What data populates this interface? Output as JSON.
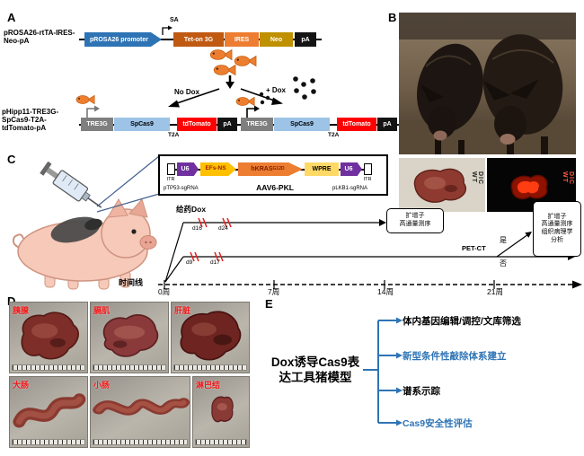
{
  "panel_labels": {
    "a": "A",
    "b": "B",
    "c": "C",
    "d": "D",
    "e": "E"
  },
  "panelA": {
    "construct1_label": "pROSA26-rtTA-IRES-Neo-pA",
    "sa": "SA",
    "boxes1": {
      "promoter": "pROSA26 promoter",
      "teton": "Tet-on 3G",
      "ires": "IRES",
      "neo": "Neo",
      "pa": "pA"
    },
    "no_dox": "No Dox",
    "plus_dox": "+ Dox",
    "construct2_label": "pHipp11-TRE3G-SpCas9-T2A-tdTomato-pA",
    "boxes2": {
      "tre3g": "TRE3G",
      "spcas9": "SpCas9",
      "t2a": "T2A",
      "tdtomato": "tdTomato",
      "pa": "pA"
    }
  },
  "panelB": {
    "dic_left": "DIC WT",
    "dic_right": "DIC WT"
  },
  "panelC": {
    "aav": {
      "itr": "ITR",
      "u6": "U6",
      "ptp53": "pTP53-sgRNA",
      "efs": "EFs-NS",
      "hkras": "hKRAS",
      "hkras_sup": "G12D",
      "wpre": "WPRE",
      "plkb1": "pLKB1-sgRNA",
      "name": "AAV6-PKL"
    },
    "dox_label": "给药Dox",
    "marks": {
      "d16": "d16",
      "d24": "d24",
      "d9": "d9",
      "d17": "d17"
    },
    "box1_lines": [
      "扩增子",
      "高通量测序"
    ],
    "box2_lines": [
      "扩增子",
      "高通量测序",
      "组织病理学",
      "分析"
    ],
    "petct": "PET-CT",
    "yes": "是",
    "no": "否",
    "timeline_label": "时间线",
    "weeks": [
      "0周",
      "7周",
      "14周",
      "21周"
    ]
  },
  "panelD": {
    "organs": [
      "胰腺",
      "膈肌",
      "肝脏",
      "大肠",
      "小肠",
      "淋巴结"
    ]
  },
  "panelE": {
    "title_line1": "Dox诱导Cas9表",
    "title_line2": "达工具猪模型",
    "items": [
      {
        "label": "体内基因编辑/调控/文库筛选",
        "color": "#000000"
      },
      {
        "label": "新型条件性敲除体系建立",
        "color": "#2E74B5"
      },
      {
        "label": "谱系示踪",
        "color": "#000000"
      },
      {
        "label": "Cas9安全性评估",
        "color": "#2E74B5"
      }
    ]
  },
  "colors": {
    "accent_blue": "#2E74B5",
    "promoter_blue": "#2E74B5",
    "teton_brown": "#C05A12",
    "ires_orange": "#ED7D31",
    "neo_gold": "#BF9000",
    "tre3g_gray": "#7F7F7F",
    "spcas9_blue": "#9DC3E6",
    "tdtomato_red": "#FF0000",
    "u6_purple": "#7030A0",
    "efs_yellow": "#FFC000",
    "wpre_yellow": "#FFD966",
    "organ_label_red": "#F21616",
    "dox_mark_red": "#E02020"
  }
}
